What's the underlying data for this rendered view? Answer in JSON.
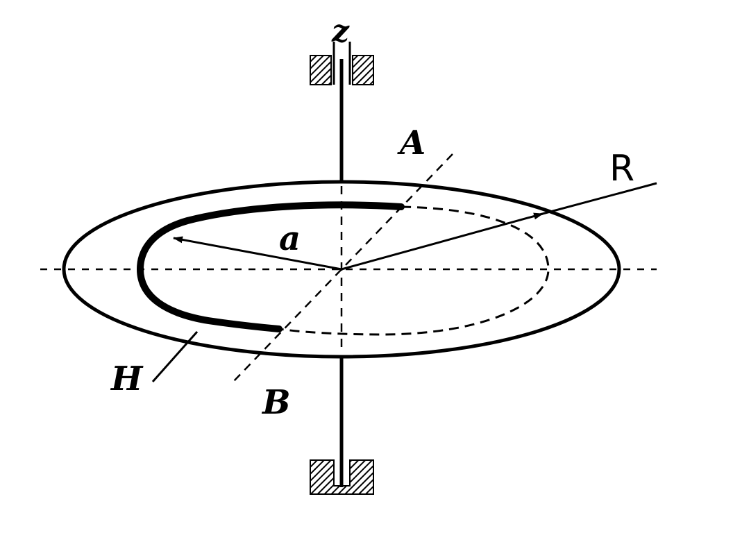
{
  "diagram": {
    "labels": {
      "axis_z": "z",
      "point_a": "A",
      "point_b": "B",
      "radius_inner": "a",
      "radius_outer": "R",
      "arc_h": "H"
    },
    "colors": {
      "ink": "#000000",
      "paper": "#ffffff"
    }
  }
}
